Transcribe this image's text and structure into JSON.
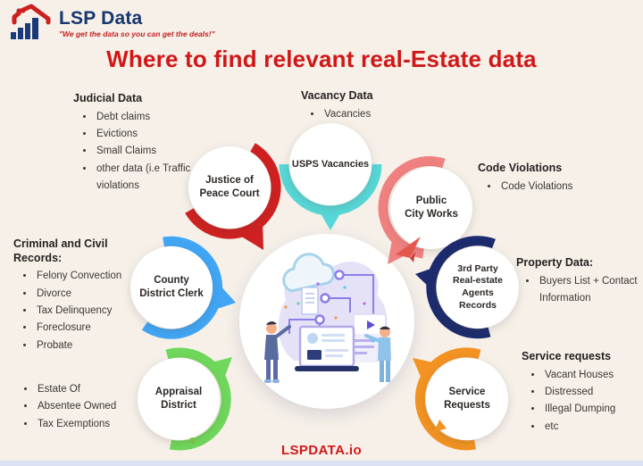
{
  "colors": {
    "background": "#f6f0e9",
    "title_red": "#d01818",
    "logo_blue": "#17366f",
    "logo_red": "#c32222",
    "bottom_bar": "#dbe0f3",
    "node_red": "#cf2121",
    "node_teal": "#57d7d7",
    "node_salmon": "#f08181",
    "node_blue": "#41a6f5",
    "node_navy": "#1c2b6d",
    "node_green": "#6fd75b",
    "node_orange": "#f29322"
  },
  "logo": {
    "name": "LSP Data",
    "tagline": "\"We get the data so you can get the deals!\""
  },
  "title": "Where to find relevant real-Estate data",
  "footer": "LSPDATA.io",
  "groups": [
    {
      "heading": "Judicial Data",
      "bullets": [
        "Debt claims",
        "Evictions",
        "Small Claims",
        "other data (i.e Traffic violations"
      ]
    },
    {
      "heading": "Vacancy Data",
      "bullets": [
        "Vacancies"
      ]
    },
    {
      "heading": "Code Violations",
      "bullets": [
        "Code Violations"
      ]
    },
    {
      "heading": "Criminal and Civil Records:",
      "bullets": [
        "Felony Convection",
        "Divorce",
        "Tax Delinquency",
        "Foreclosure",
        "Probate"
      ]
    },
    {
      "bullets": [
        "Estate Of",
        "Absentee Owned",
        "Tax Exemptions"
      ]
    },
    {
      "heading": "Property Data:",
      "bullets": [
        "Buyers List + Contact Information"
      ]
    },
    {
      "heading": "Service requests",
      "bullets": [
        "Vacant Houses",
        "Distressed",
        "Illegal Dumping",
        "etc"
      ]
    }
  ],
  "nodes": [
    {
      "label": "Justice of\nPeace Court",
      "color": "#cf2121"
    },
    {
      "label": "USPS Vacancies",
      "color": "#57d7d7"
    },
    {
      "label": "Public\nCity Works",
      "color": "#f08181"
    },
    {
      "label": "County\nDistrict Clerk",
      "color": "#41a6f5"
    },
    {
      "label": "3rd Party\nReal-estate Agents\nRecords",
      "color": "#1c2b6d"
    },
    {
      "label": "Appraisal\nDistrict",
      "color": "#6fd75b"
    },
    {
      "label": "Service\nRequests",
      "color": "#f29322"
    }
  ]
}
